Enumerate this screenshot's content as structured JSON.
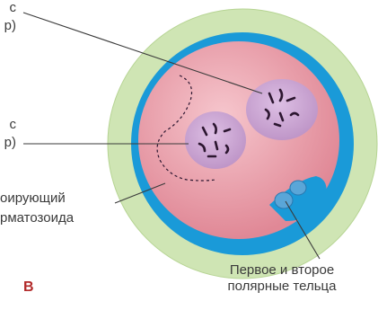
{
  "labels": {
    "top_left_line1": "с",
    "top_left_line2": "р)",
    "mid_left_line1": "с",
    "mid_left_line2": "р)",
    "tail_line1": "оирующий",
    "tail_line2": "рматозоида",
    "polar_bodies": "Первое и второе\nполярные тельца"
  },
  "panel_letter": "В",
  "colors": {
    "outer_zone": "#cfe5b4",
    "outer_zone_edge": "#b6d493",
    "membrane": "#1a9ad8",
    "cytoplasm": "#e08896",
    "cytoplasm_light": "#f6c6cd",
    "pronucleus": "#bf96c8",
    "pronucleus_light": "#ddbfe4",
    "chromosome": "#2c1630",
    "polar_body": "#5aa6d8",
    "leader": "#3a3a3a"
  }
}
